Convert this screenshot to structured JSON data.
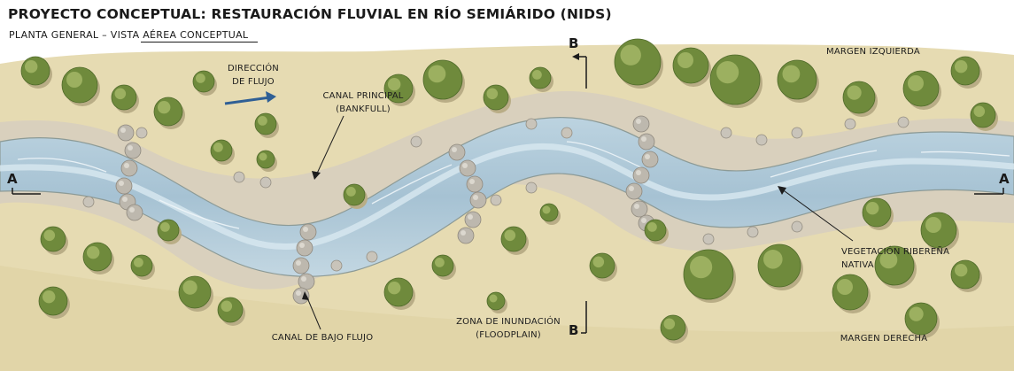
{
  "title": "PROYECTO CONCEPTUAL: RESTAURACIÓN FLUVIAL EN RÍO SEMIÁRIDO (NIDS)",
  "subtitle": "PLANTA GENERAL – VISTA AÉREA CONCEPTUAL",
  "labels": {
    "flow_direction": [
      "DIRECCIÓN",
      "DE FLUJO"
    ],
    "main_channel": [
      "CANAL PRINCIPAL",
      "(BANKFULL)"
    ],
    "left_bank": "MARGEN IZQUIERDA",
    "right_bank": "MARGEN DERECHA",
    "riparian_vegetation": [
      "VEGETACIÓN RIBEREÑA",
      "NATIVA"
    ],
    "low_flow_channel": "CANAL DE BAJO FLUJO",
    "floodplain": [
      "ZONA DE INUNDACIÓN",
      "(FLOODPLAIN)"
    ]
  },
  "section_markers": {
    "a_left": "A",
    "a_right": "A",
    "b_top": "B",
    "b_bottom": "B"
  },
  "colors": {
    "ground": "#e6dbb2",
    "water": "#a9c4d3",
    "water_light": "#d3e4ec",
    "gravel": "#d8cfbd",
    "tree": "#6f8a3c",
    "boulder": "#bdb8ae",
    "flow_arrow": "#2f5f95"
  }
}
